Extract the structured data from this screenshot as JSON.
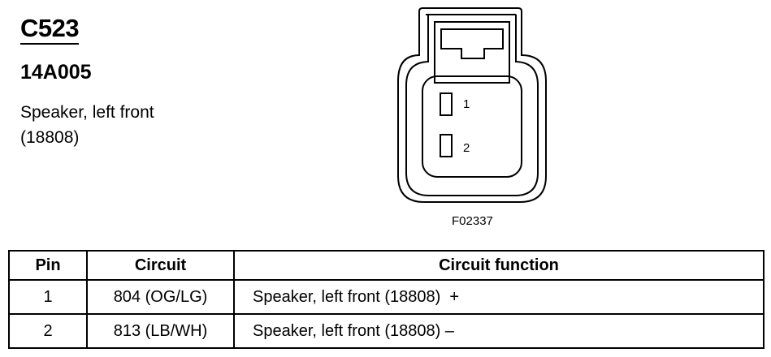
{
  "connector": {
    "id": "C523",
    "part_number": "14A005",
    "description": "Speaker, left front (18808)",
    "figure_code": "F02337",
    "pin_labels": [
      "1",
      "2"
    ]
  },
  "table": {
    "headers": [
      "Pin",
      "Circuit",
      "Circuit function"
    ],
    "rows": [
      {
        "pin": "1",
        "circuit": "804 (OG/LG)",
        "function": "Speaker, left front (18808)  +"
      },
      {
        "pin": "2",
        "circuit": "813 (LB/WH)",
        "function": "Speaker, left front (18808) –"
      }
    ]
  }
}
